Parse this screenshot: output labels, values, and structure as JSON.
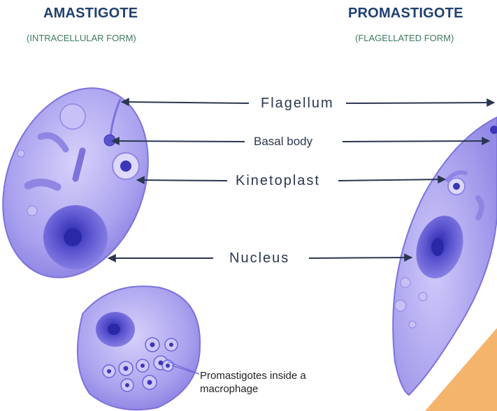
{
  "amastigote": {
    "title": "AMASTIGOTE",
    "subtitle": "(INTRACELLULAR FORM)"
  },
  "promastigote": {
    "title": "PROMASTIGOTE",
    "subtitle": "(FLAGELLATED FORM)"
  },
  "labels": {
    "flagellum": "Flagellum",
    "basal_body": "Basal body",
    "kinetoplast": "Kinetoplast",
    "nucleus": "Nucleus"
  },
  "macrophage_caption": "Promastigotes inside a macrophage",
  "colors": {
    "heading": "#1f3f70",
    "subheading": "#3d7a5c",
    "cell_fill": "#a9a1ee",
    "cell_edge": "#7d72dc",
    "nucleus": "#3c37b8",
    "arrow": "#2a3650",
    "accent_triangle": "#f5b46c"
  }
}
